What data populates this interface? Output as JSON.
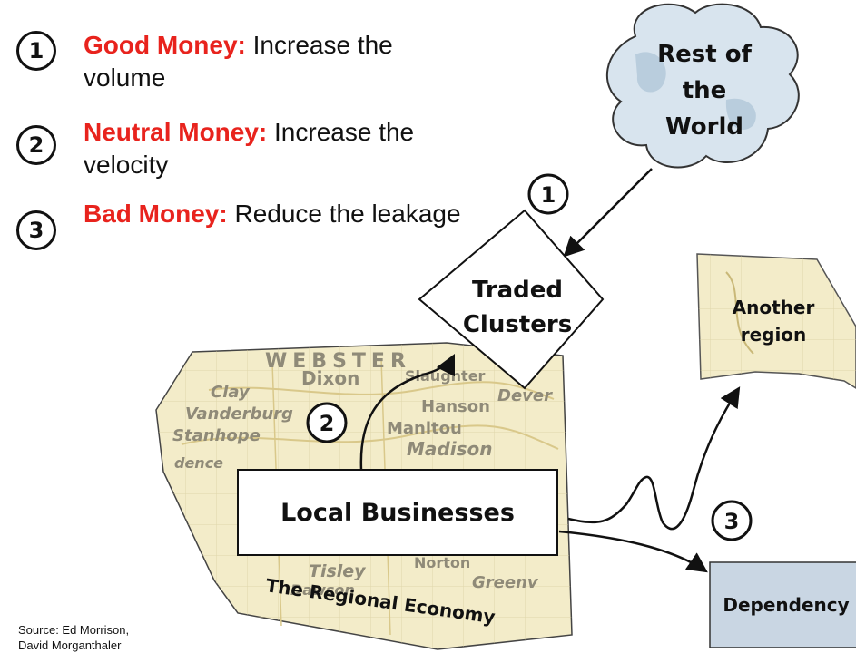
{
  "legend": [
    {
      "number": "1",
      "title": "Good Money:",
      "text": " Increase the volume"
    },
    {
      "number": "2",
      "title": "Neutral Money:",
      "text": " Increase the velocity"
    },
    {
      "number": "3",
      "title": "Bad Money:",
      "text": " Reduce the leakage"
    }
  ],
  "nodes": {
    "rest_of_world": [
      "Rest of",
      "the",
      "World"
    ],
    "traded_clusters": [
      "Traded",
      "Clusters"
    ],
    "another_region": [
      "Another",
      "region"
    ],
    "local_businesses": "Local Businesses",
    "regional_economy": "The Regional Economy",
    "dependency": "Dependency"
  },
  "flow_badges": {
    "one": "1",
    "two": "2",
    "three": "3"
  },
  "map_texts": [
    "WEBSTER",
    "Dixon",
    "Clay",
    "Vanderburg",
    "Stanhope",
    "Hanson",
    "Manitou",
    "Madison",
    "Tisley",
    "Dawson",
    "Norton",
    "Dever",
    "Greenv",
    "dence",
    "Slaughter"
  ],
  "source": [
    "Source: Ed Morrison,",
    "David Morganthaler"
  ],
  "colors": {
    "accent": "#e8231d",
    "map_fill": "#f3ecc9",
    "dependency_fill": "#c9d6e3",
    "cloud_fill": "#d8e4ee"
  }
}
